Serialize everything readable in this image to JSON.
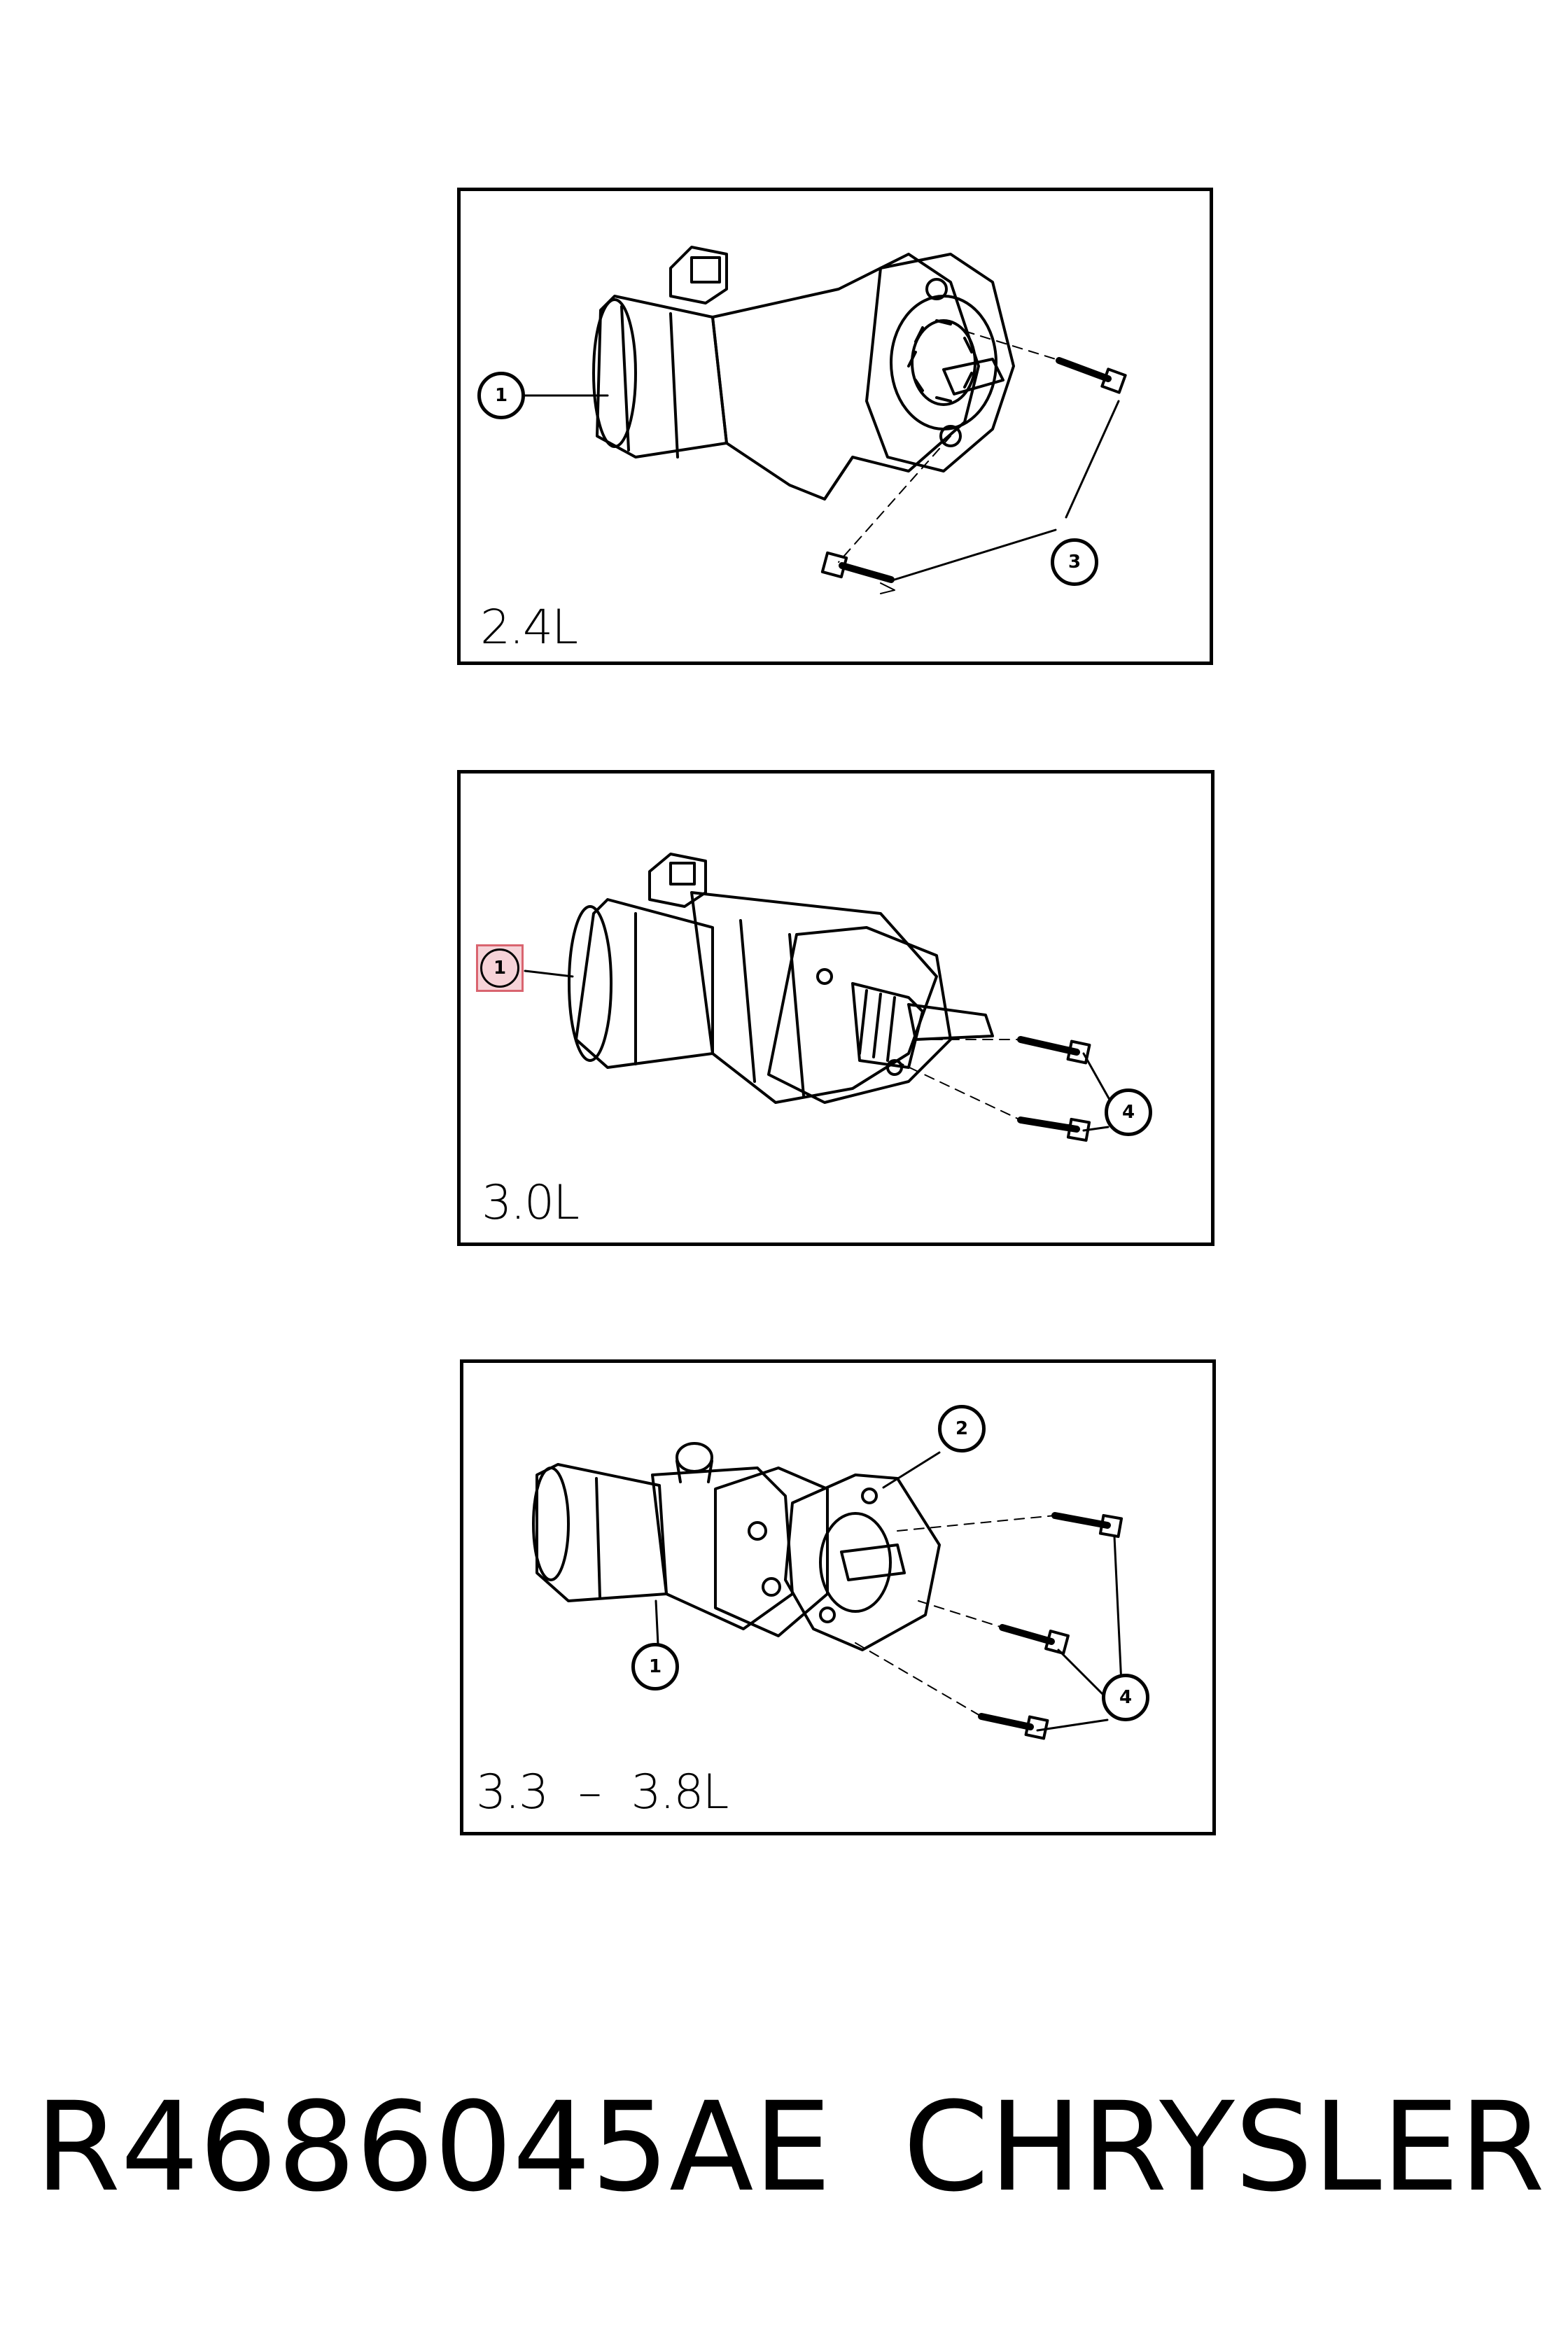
{
  "panels": [
    {
      "engine": "2.4L",
      "callouts": [
        "1",
        "3"
      ]
    },
    {
      "engine": "3.0L",
      "callouts": [
        "1",
        "4"
      ]
    },
    {
      "engine": "3.3 – 3.8L",
      "callouts": [
        "2",
        "1",
        "4"
      ]
    }
  ],
  "footer": {
    "part_number": "R4686045AE",
    "brand": "CHRYSLER"
  },
  "colors": {
    "line": "#000000",
    "highlight_fill": "#f6d3d8",
    "highlight_border": "#d9646f"
  }
}
